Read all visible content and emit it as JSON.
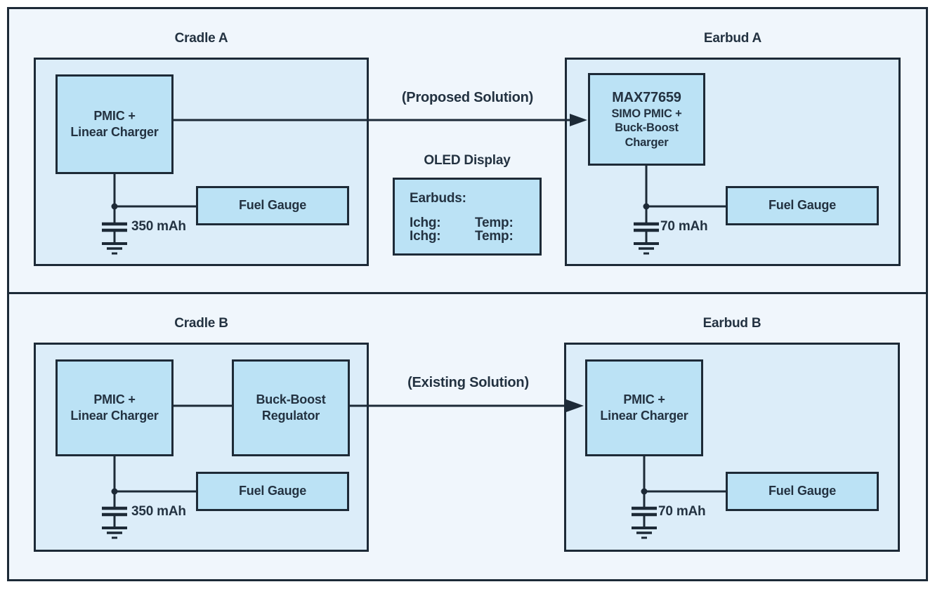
{
  "colors": {
    "page_bg": "#ffffff",
    "panel_fill": "#f0f6fc",
    "container_fill": "#dcedf9",
    "block_fill": "#bbe2f5",
    "border": "#1d2a37",
    "text": "#233241"
  },
  "proposed": {
    "cradle": {
      "title": "Cradle A",
      "pmic_lines": [
        "PMIC +",
        "Linear Charger"
      ],
      "fuel_gauge_label": "Fuel Gauge",
      "battery_label": "350 mAh"
    },
    "arrow_label": "(Proposed Solution)",
    "oled": {
      "title": "OLED Display",
      "heading": "Earbuds:",
      "rows": [
        {
          "left": "Ichg:",
          "right": "Temp:"
        },
        {
          "left": "Ichg:",
          "right": "Temp:"
        }
      ]
    },
    "earbud": {
      "title": "Earbud A",
      "chip_title": "MAX77659",
      "chip_lines": [
        "SIMO PMIC +",
        "Buck-Boost",
        "Charger"
      ],
      "fuel_gauge_label": "Fuel Gauge",
      "battery_label": "70 mAh"
    }
  },
  "existing": {
    "cradle": {
      "title": "Cradle B",
      "pmic_lines": [
        "PMIC +",
        "Linear Charger"
      ],
      "buck_boost_lines": [
        "Buck-Boost",
        "Regulator"
      ],
      "fuel_gauge_label": "Fuel Gauge",
      "battery_label": "350 mAh"
    },
    "arrow_label": "(Existing Solution)",
    "earbud": {
      "title": "Earbud B",
      "pmic_lines": [
        "PMIC +",
        "Linear Charger"
      ],
      "fuel_gauge_label": "Fuel Gauge",
      "battery_label": "70 mAh"
    }
  }
}
